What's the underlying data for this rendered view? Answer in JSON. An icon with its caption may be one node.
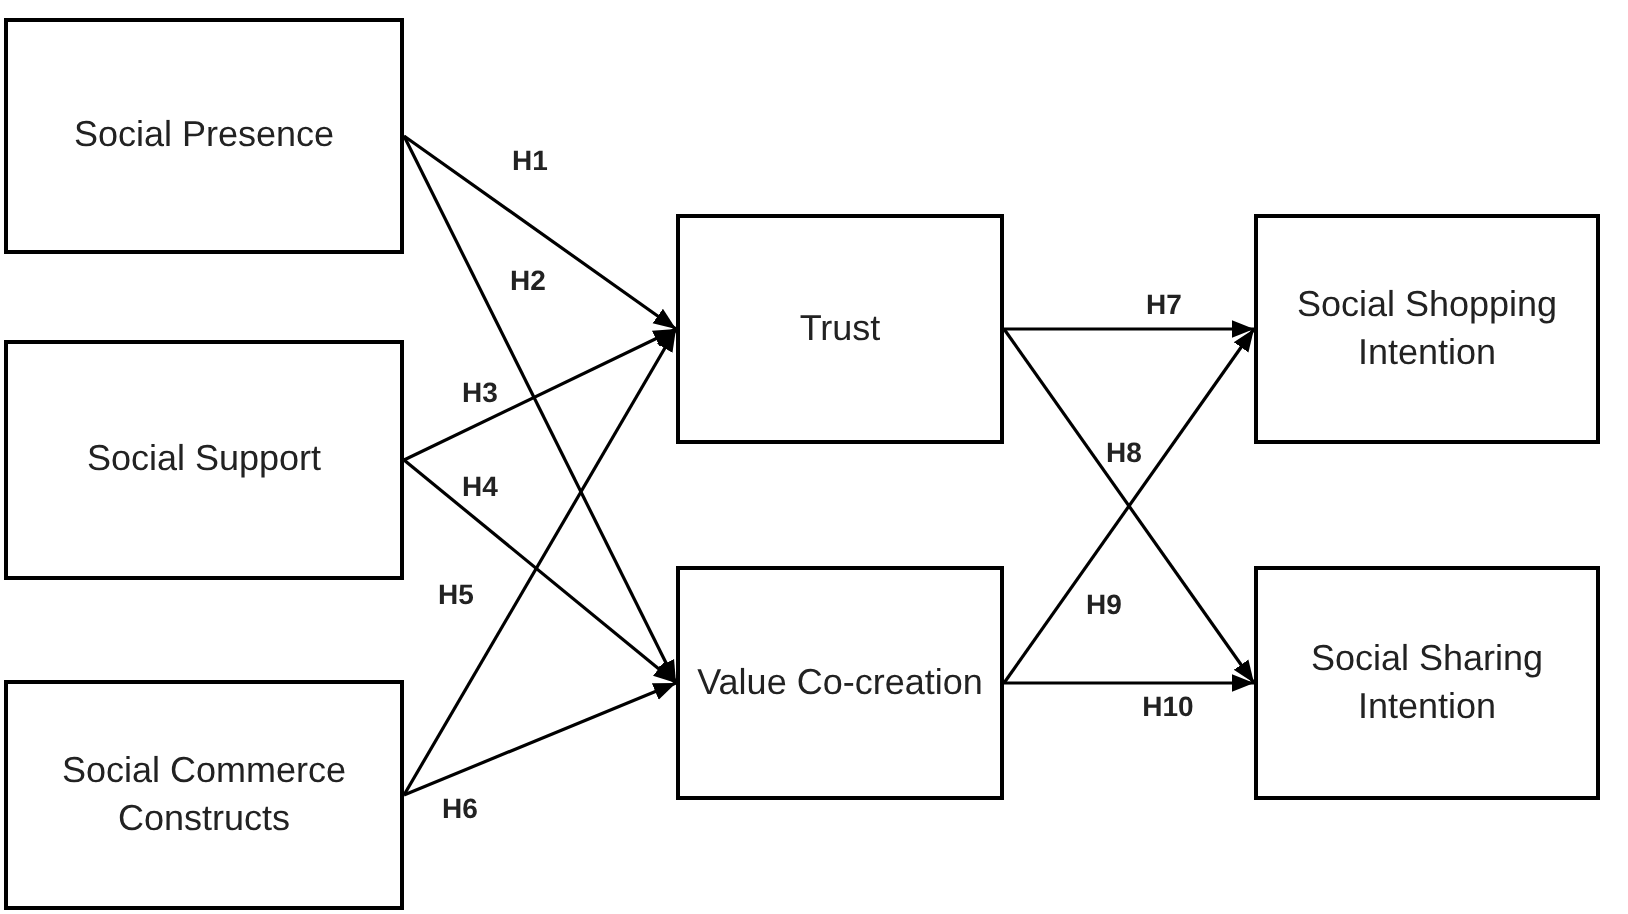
{
  "diagram": {
    "nodes": [
      {
        "text": [
          "Social Presence"
        ]
      },
      {
        "text": [
          "Social Support"
        ]
      },
      {
        "text": [
          "Social Commerce Constructs"
        ]
      },
      {
        "text": [
          "Trust"
        ]
      },
      {
        "text": [
          "Value Co-creation"
        ]
      },
      {
        "text": [
          "Social Shopping Intention"
        ]
      },
      {
        "text": [
          "Social Sharing Intention"
        ]
      }
    ],
    "edges": [
      {
        "from": 0,
        "to": 3,
        "arrow": "to",
        "label": "H1"
      },
      {
        "from": 0,
        "to": 4,
        "arrow": "to",
        "label": "H2"
      },
      {
        "from": 1,
        "to": 3,
        "arrow": "to",
        "label": "H3"
      },
      {
        "from": 1,
        "to": 4,
        "arrow": "to",
        "label": "H4"
      },
      {
        "from": 2,
        "to": 3,
        "arrow": "to",
        "label": "H5"
      },
      {
        "from": 2,
        "to": 4,
        "arrow": "to",
        "label": "H6"
      },
      {
        "from": 3,
        "to": 5,
        "arrow": "to",
        "label": "H7"
      },
      {
        "from": 3,
        "to": 6,
        "arrow": "to",
        "label": "H8"
      },
      {
        "from": 4,
        "to": 5,
        "arrow": "to",
        "label": "H9"
      },
      {
        "from": 4,
        "to": 6,
        "arrow": "to",
        "label": "H10"
      }
    ]
  }
}
